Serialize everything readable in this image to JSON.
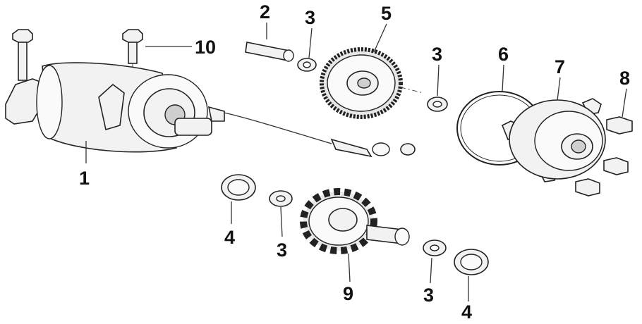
{
  "callouts": {
    "starter_motor": "1",
    "pin": "2",
    "washer_pin": "3",
    "gear_large": "5",
    "washer_gear": "3",
    "gasket": "6",
    "cover": "7",
    "bolt_cover": "8",
    "bolts_motor": "10",
    "bearing_left": "4",
    "washer_idler_left": "3",
    "idler_gear": "9",
    "washer_idler_right": "3",
    "bearing_right": "4"
  }
}
